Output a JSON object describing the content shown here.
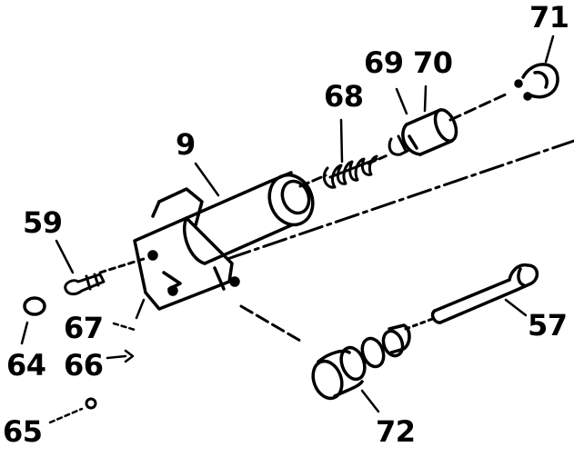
{
  "diagram": {
    "callouts": {
      "n71": "71",
      "n69": "69",
      "n70": "70",
      "n68": "68",
      "n9": "9",
      "n59": "59",
      "n57": "57",
      "n67": "67",
      "n64": "64",
      "n66": "66",
      "n72": "72",
      "n65": "65"
    },
    "parts": [
      "clip-ring",
      "piston",
      "piston-seal",
      "spring",
      "slave-cylinder-body",
      "bleeder-valve",
      "dust-cap",
      "bolt",
      "washer",
      "ball",
      "boot",
      "push-rod"
    ],
    "line_color": "#000000",
    "background": "#ffffff"
  }
}
